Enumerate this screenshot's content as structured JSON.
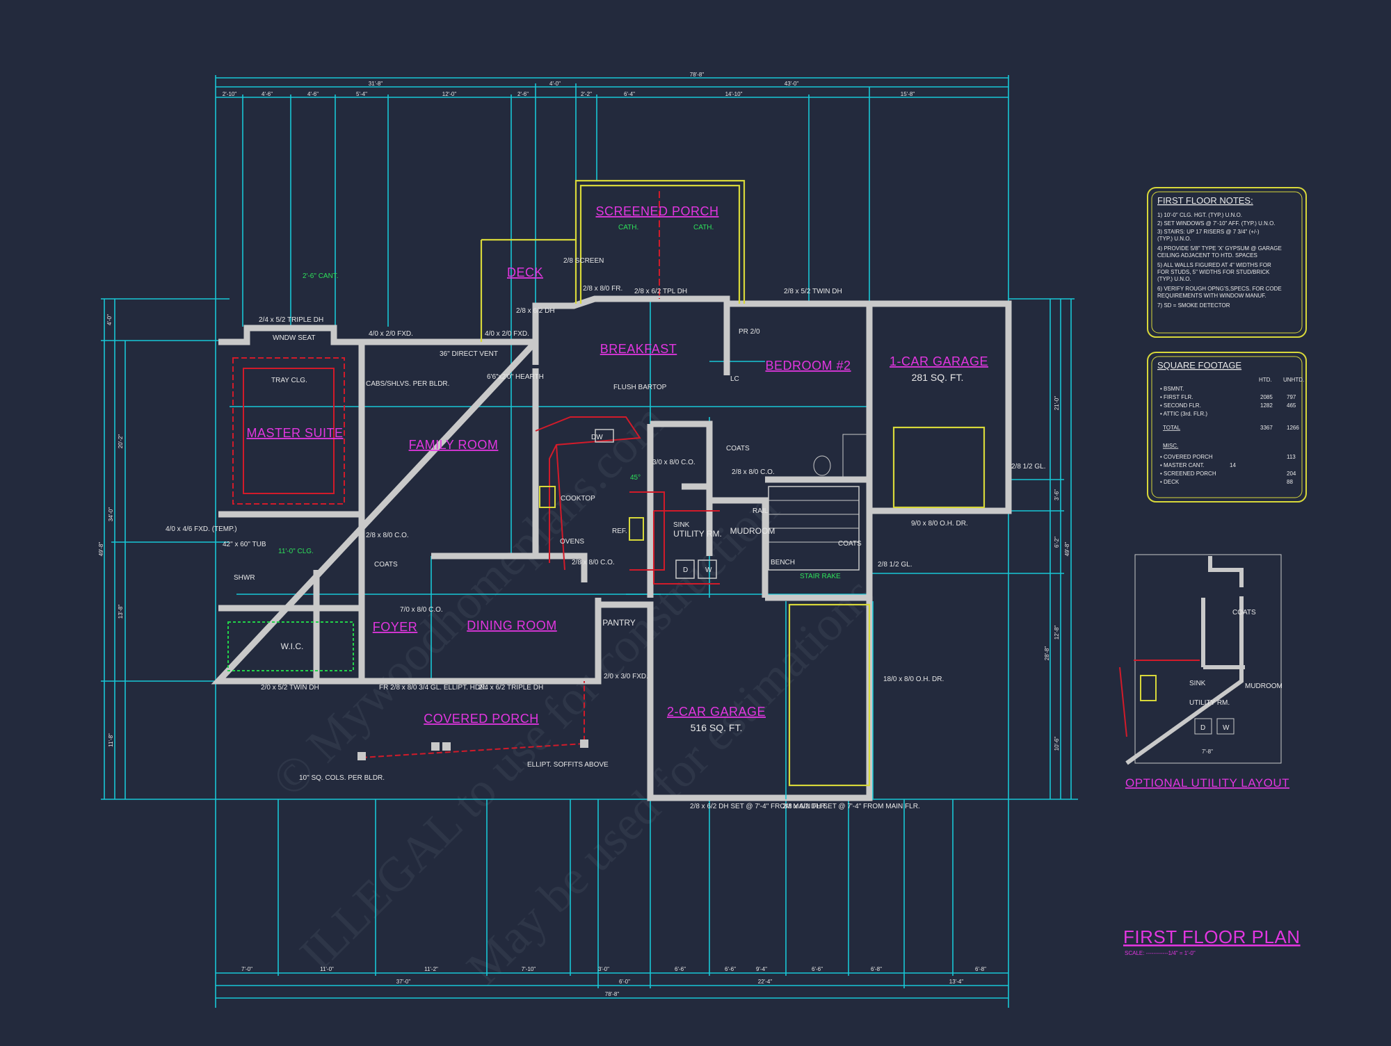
{
  "sheet": {
    "title": "FIRST FLOOR PLAN",
    "scale": "SCALE: ------------1/4\" = 1'-0\"",
    "watermark_1": "© Mywoodhomeplans.com",
    "watermark_2": "ILLEGAL to use for construction",
    "watermark_3": "May be used for estimations",
    "colors": {
      "background": "#232a3d",
      "dimension": "#18c7d6",
      "wall": "#c9c9c9",
      "room_label": "#e236e0",
      "accent_yellow": "#d8d83a",
      "accent_red": "#d21b2a",
      "accent_green": "#22d34a"
    }
  },
  "top_dims": {
    "overall": "78'-8\"",
    "left": "31'-8\"",
    "mid": "4'-0\"",
    "right": "43'-0\"",
    "segments": [
      "2'-10\"",
      "4'-6\"",
      "4'-6\"",
      "5'-4\"",
      "12'-0\"",
      "2'-6\"",
      "2'-2\"",
      "6'-4\"",
      "14'-10\"",
      "15'-8\""
    ]
  },
  "bottom_dims": {
    "overall": "78'-8\"",
    "row1": [
      "7'-0\"",
      "11'-0\"",
      "11'-2\"",
      "7'-10\"",
      "3'-0\"",
      "6'-6\"",
      "6'-6\"",
      "9'-4\"",
      "6'-6\"",
      "6'-8\"",
      "6'-8\""
    ],
    "row2": [
      "37'-0\"",
      "6'-0\"",
      "22'-4\"",
      "13'-4\""
    ]
  },
  "left_dims": [
    "4'-0\"",
    "20'-2\"",
    "34'-0\"",
    "13'-8\"",
    "11'-8\"",
    "49'-8\""
  ],
  "right_dims": [
    "21'-0\"",
    "3'-6\"",
    "6'-2\"",
    "49'-8\"",
    "28'-8\"",
    "12'-8\"",
    "10'-6\""
  ],
  "rooms": {
    "screened_porch": "SCREENED PORCH",
    "deck": "DECK",
    "breakfast": "BREAKFAST",
    "bedroom2": "BEDROOM #2",
    "garage1": "1-CAR GARAGE",
    "garage1_sqft": "281 SQ. FT.",
    "master_suite": "MASTER SUITE",
    "family_room": "FAMILY ROOM",
    "utility": "UTILITY RM.",
    "mudroom": "MUDROOM",
    "foyer": "FOYER",
    "dining_room": "DINING ROOM",
    "pantry": "PANTRY",
    "wic": "W.I.C.",
    "covered_porch": "COVERED PORCH",
    "garage2": "2-CAR GARAGE",
    "garage2_sqft": "516 SQ. FT."
  },
  "labels": {
    "cath1": "CATH.",
    "cath2": "CATH.",
    "screen": "2/8 SCREEN",
    "fr": "2/8 x 8/0 FR.",
    "tpl_dh": "2/8 x 6/2 TPL DH",
    "twin_dh_top": "2/8 x 5/2 TWIN DH",
    "dh_26": "2/8 x 6/2 DH",
    "cant": "2'-6\" CANT.",
    "triple_dh": "2/4 x 5/2 TRIPLE DH",
    "window_seat": "WNDW SEAT",
    "fxd_left": "4/0 x 2/0 FXD.",
    "fxd_right": "4/0 x 2/0 FXD.",
    "direct_vent": "36\" DIRECT VENT",
    "hearth": "6'6\"x2'0\" HEARTH",
    "cabs": "CABS/SHLVS. PER BLDR.",
    "tray_clg": "TRAY CLG.",
    "flush_bartop": "FLUSH BARTOP",
    "dw": "DW",
    "cooktop": "COOKTOP",
    "ovens": "OVENS",
    "ref": "REF.",
    "sink": "SINK",
    "coats1": "COATS",
    "coats2": "COATS",
    "coats3": "COATS",
    "co_top": "3/0 x 8/0 C.O.",
    "co_mid": "2/8 x 8/0 C.O.",
    "co_kit": "2/8 x 8/0 C.O.",
    "co_left": "2/8 x 8/0 C.O.",
    "co_foyer": "7/0 x 8/0 C.O.",
    "rail": "RAIL",
    "bench": "BENCH",
    "stair_rake": "STAIR RAKE",
    "pr": "PR 2/0",
    "lc": "LC",
    "oh_3": "9/0 x 8/0 O.H. DR.",
    "oh_18": "18/0 x 8/0 O.H. DR.",
    "gl_1": "2/8 1/2 GL.",
    "gl_2": "2/8 1/2 GL.",
    "fxd_temp": "4/0 x 4/6 FXD. (TEMP.)",
    "tub": "42\" x 60\" TUB",
    "shwr": "SHWR",
    "clg": "11'-0\" CLG.",
    "twin_dh_bot": "2/0 x 5/2 TWIN DH",
    "fr_door": "FR 2/8 x 8/0 3/4 GL. ELLIPT. HDR.",
    "triple_dh_bot": "2/4 x 6/2 TRIPLE DH",
    "fxd_pantry": "2/0 x 3/0 FXD.",
    "soffits": "ELLIPT. SOFFITS ABOVE",
    "cols": "10\" SQ. COLS. PER BLDR.",
    "set_left": "2/8 x 6/2 DH SET @ 7'-4\" FROM MAIN FLR.",
    "set_right": "2/8 x 6/2 DH SET @ 7'-4\" FROM MAIN FLR.",
    "angle45": "45°",
    "d": "D",
    "w": "W"
  },
  "notes_box": {
    "title": "FIRST FLOOR NOTES:",
    "items": [
      "1) 10'-0\" CLG. HGT. (TYP.) U.N.O.",
      "2) SET WINDOWS @ 7'-10\" AFF. (TYP.) U.N.O.",
      "3) STAIRS: UP 17 RISERS @ 7 3/4\" (+/-)",
      "   (TYP.) U.N.O.",
      "4) PROVIDE 5/8\" TYPE 'X' GYPSUM @ GARAGE",
      "   CEILING ADJACENT TO HTD. SPACES",
      "5) ALL WALLS FIGURED AT 4\" WIDTHS FOR",
      "   FOR STUDS, 5\" WIDTHS FOR STUD/BRICK",
      "   (TYP.) U.N.O.",
      "6) VERIFY ROUGH OPNG'S,SPECS. FOR CODE",
      "   REQUIREMENTS WITH WINDOW MANUF.",
      "7) SD = SMOKE DETECTOR"
    ]
  },
  "sqft_box": {
    "title": "SQUARE FOOTAGE",
    "col1": "HTD.",
    "col2": "UNHTD.",
    "rows": [
      {
        "label": "• BSMNT.",
        "htd": "",
        "unhtd": ""
      },
      {
        "label": "• FIRST FLR.",
        "htd": "2085",
        "unhtd": "797"
      },
      {
        "label": "• SECOND FLR.",
        "htd": "1282",
        "unhtd": "465"
      },
      {
        "label": "• ATTIC (3rd. FLR.)",
        "htd": "",
        "unhtd": ""
      },
      {
        "label": "TOTAL",
        "htd": "3367",
        "unhtd": "1266"
      }
    ],
    "misc_title": "MISC.",
    "misc": [
      {
        "label": "• COVERED PORCH",
        "a": "",
        "b": "113"
      },
      {
        "label": "• MASTER CANT.",
        "a": "14",
        "b": ""
      },
      {
        "label": "• SCREENED PORCH",
        "a": "",
        "b": "204"
      },
      {
        "label": "• DECK",
        "a": "",
        "b": "88"
      }
    ]
  },
  "optional": {
    "title": "OPTIONAL UTILITY LAYOUT",
    "coats": "COATS",
    "sink": "SINK",
    "mudroom": "MUDROOM",
    "utility": "UTILITY RM.",
    "dim": "7'-8\"",
    "d": "D",
    "w": "W"
  }
}
